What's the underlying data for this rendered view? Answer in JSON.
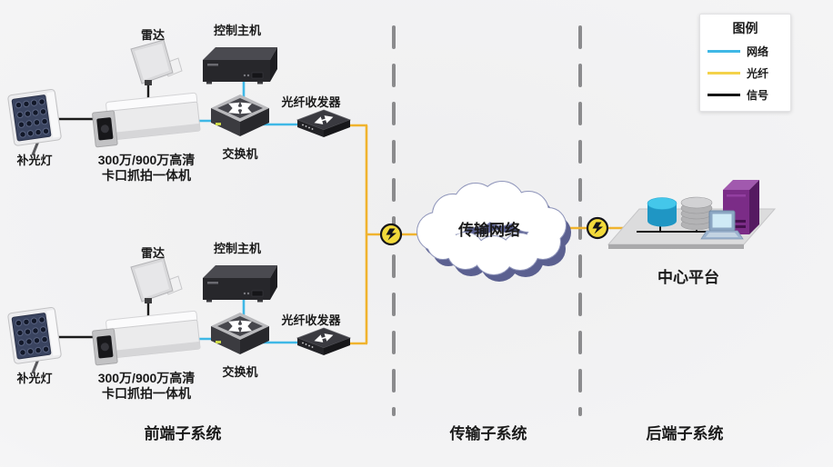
{
  "legend": {
    "title": "图例",
    "items": [
      {
        "name": "network",
        "label": "网络",
        "color": "#3fb8e6"
      },
      {
        "name": "fiber",
        "label": "光纤",
        "color": "#f4d24a"
      },
      {
        "name": "signal",
        "label": "信号",
        "color": "#151515"
      }
    ]
  },
  "front_subsystem": {
    "section_label": "前端子系统",
    "groups": [
      {
        "fill_light_label": "补光灯",
        "radar_label": "雷达",
        "camera_label_line1": "300万/900万高清",
        "camera_label_line2": "卡口抓拍一体机",
        "control_host_label": "控制主机",
        "switch_label": "交换机",
        "fiber_transceiver_label": "光纤收发器"
      },
      {
        "fill_light_label": "补光灯",
        "radar_label": "雷达",
        "camera_label_line1": "300万/900万高清",
        "camera_label_line2": "卡口抓拍一体机",
        "control_host_label": "控制主机",
        "switch_label": "交换机",
        "fiber_transceiver_label": "光纤收发器"
      }
    ]
  },
  "transmission_subsystem": {
    "section_label": "传输子系统",
    "cloud_label": "传输网络"
  },
  "backend_subsystem": {
    "section_label": "后端子系统",
    "platform_label": "中心平台"
  },
  "line_colors": {
    "network": "#3fb8e6",
    "fiber": "#f0b32e",
    "signal": "#1a1a1a"
  }
}
